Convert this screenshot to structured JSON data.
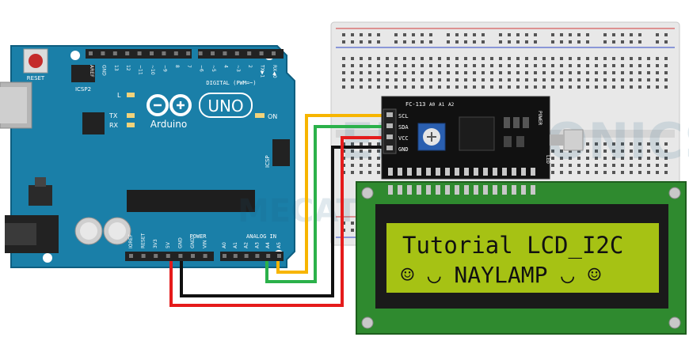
{
  "arduino": {
    "reset_label": "RESET",
    "icsp2_label": "ICSP2",
    "brand": "Arduino",
    "model": "UNO",
    "digital_label": "DIGITAL (PWM=~)",
    "digital_header_labels": [
      "AREF",
      "GND",
      "13",
      "12",
      "~11",
      "~10",
      "~9",
      "8",
      "7",
      "~6",
      "~5",
      "4",
      "~3",
      "2",
      "TX▶1",
      "RX◀0"
    ],
    "led_l": "L",
    "led_tx": "TX",
    "led_rx": "RX",
    "on_label": "ON",
    "icsp_label": "ICSP",
    "power_label": "POWER",
    "analog_label": "ANALOG IN",
    "power_pins": [
      "IOREF",
      "RESET",
      "3V3",
      "5V",
      "GND",
      "GND",
      "VIN"
    ],
    "analog_pins": [
      "A0",
      "A1",
      "A2",
      "A3",
      "A4",
      "A5"
    ]
  },
  "i2c_module": {
    "model": "FC-113",
    "address_pins": [
      "A0",
      "A1",
      "A2"
    ],
    "pins": [
      "SCL",
      "SDA",
      "VCC",
      "GND"
    ],
    "power_label": "POWER",
    "led_label": "LED"
  },
  "lcd": {
    "line1": "Tutorial LCD_I2C",
    "line2": "☺ ◡ NAYLAMP ◡ ☺"
  },
  "watermark": {
    "line1": "ELECTRONICS",
    "line2": "MECATRONICA"
  },
  "wires": [
    {
      "from": "A5",
      "to": "SCL",
      "color": "#f7b500"
    },
    {
      "from": "A4",
      "to": "SDA",
      "color": "#2bb14a"
    },
    {
      "from": "5V",
      "to": "VCC",
      "color": "#e51b1b"
    },
    {
      "from": "GND",
      "to": "GND",
      "color": "#111111"
    }
  ],
  "colors": {
    "board": "#1a7fa8",
    "board_dark": "#0e5e80",
    "lcd_frame": "#2f8a2f",
    "lcd_screen": "#a6c214",
    "module": "#111111",
    "breadboard": "#e6e6e6"
  }
}
